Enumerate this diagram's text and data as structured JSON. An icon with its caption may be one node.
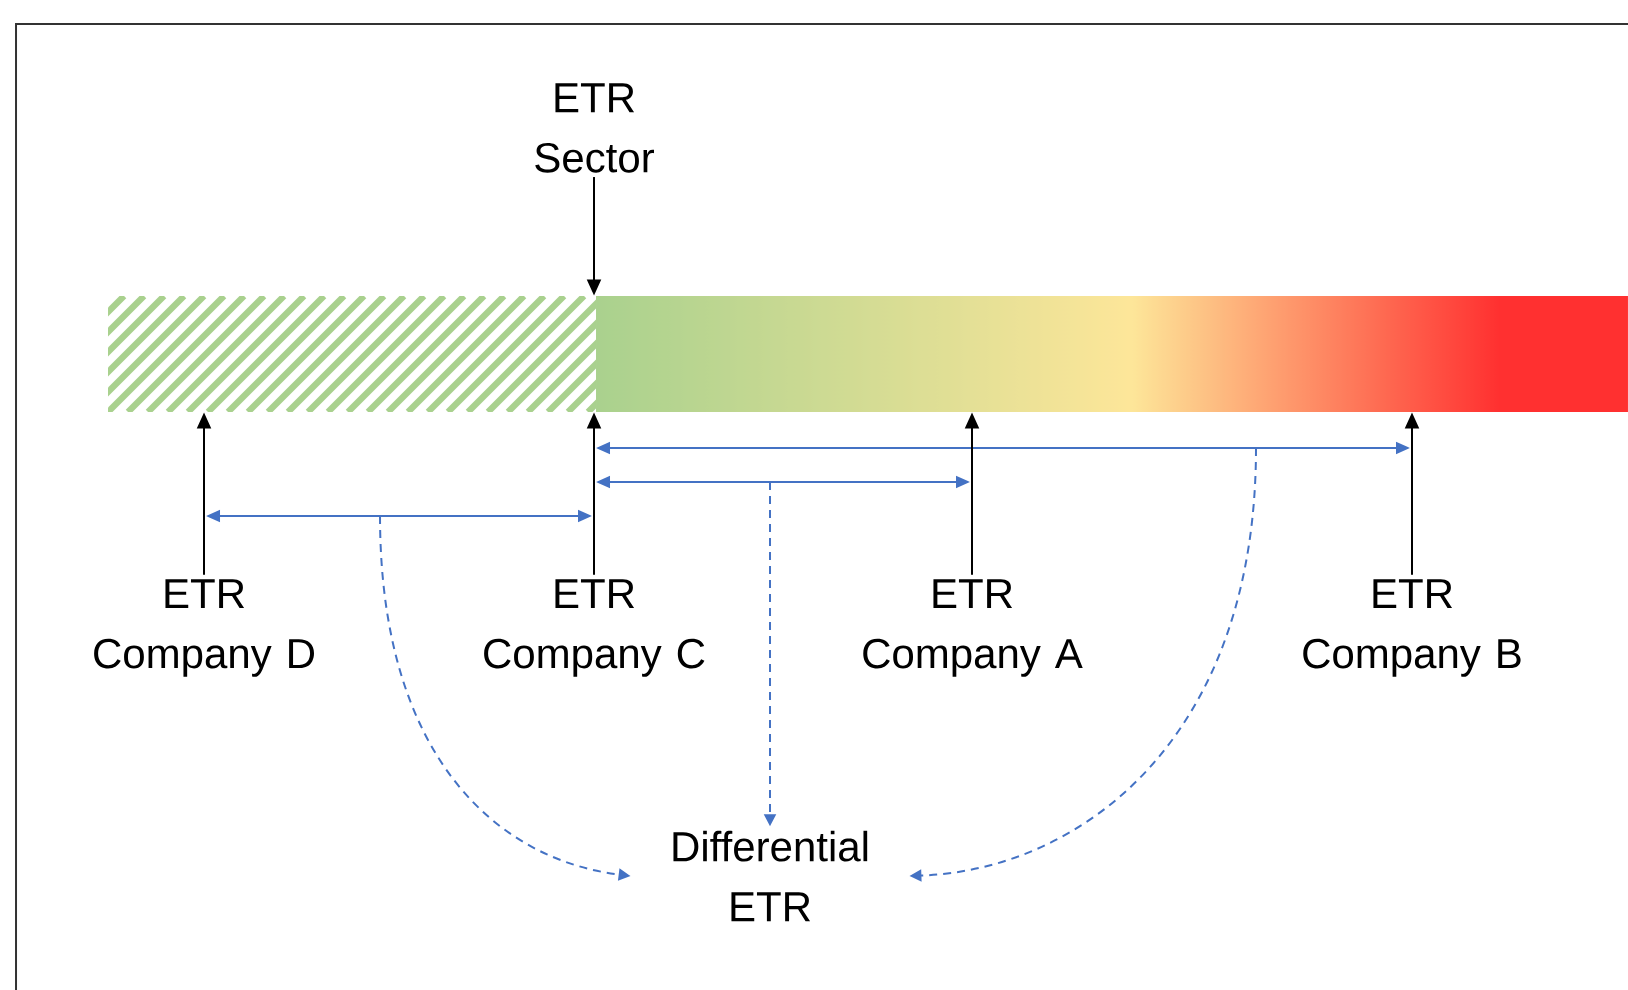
{
  "diagram": {
    "nodes": [
      {
        "text": [
          "ETR Sector"
        ]
      },
      {
        "text": [],
        "shape": "bar"
      },
      {
        "text": [
          "ETR Company D"
        ]
      },
      {
        "text": [
          "ETR Company C"
        ]
      },
      {
        "text": [
          "ETR Company A"
        ]
      },
      {
        "text": [
          "ETR Company B"
        ]
      },
      {
        "text": [
          "Differential ETR"
        ]
      }
    ],
    "edges": [
      {
        "from": 0,
        "to": 1,
        "arrow": "to"
      },
      {
        "from": 2,
        "to": 1,
        "arrow": "to"
      },
      {
        "from": 3,
        "to": 1,
        "arrow": "to"
      },
      {
        "from": 4,
        "to": 1,
        "arrow": "to"
      },
      {
        "from": 5,
        "to": 1,
        "arrow": "to"
      },
      {
        "from": null,
        "to": 6,
        "arrow": "to",
        "style": "dashed",
        "color": "#4472c4"
      },
      {
        "from": null,
        "to": 6,
        "arrow": "to",
        "style": "dashed",
        "color": "#4472c4"
      },
      {
        "from": null,
        "to": 6,
        "arrow": "to",
        "style": "dashed",
        "color": "#4472c4"
      }
    ]
  }
}
